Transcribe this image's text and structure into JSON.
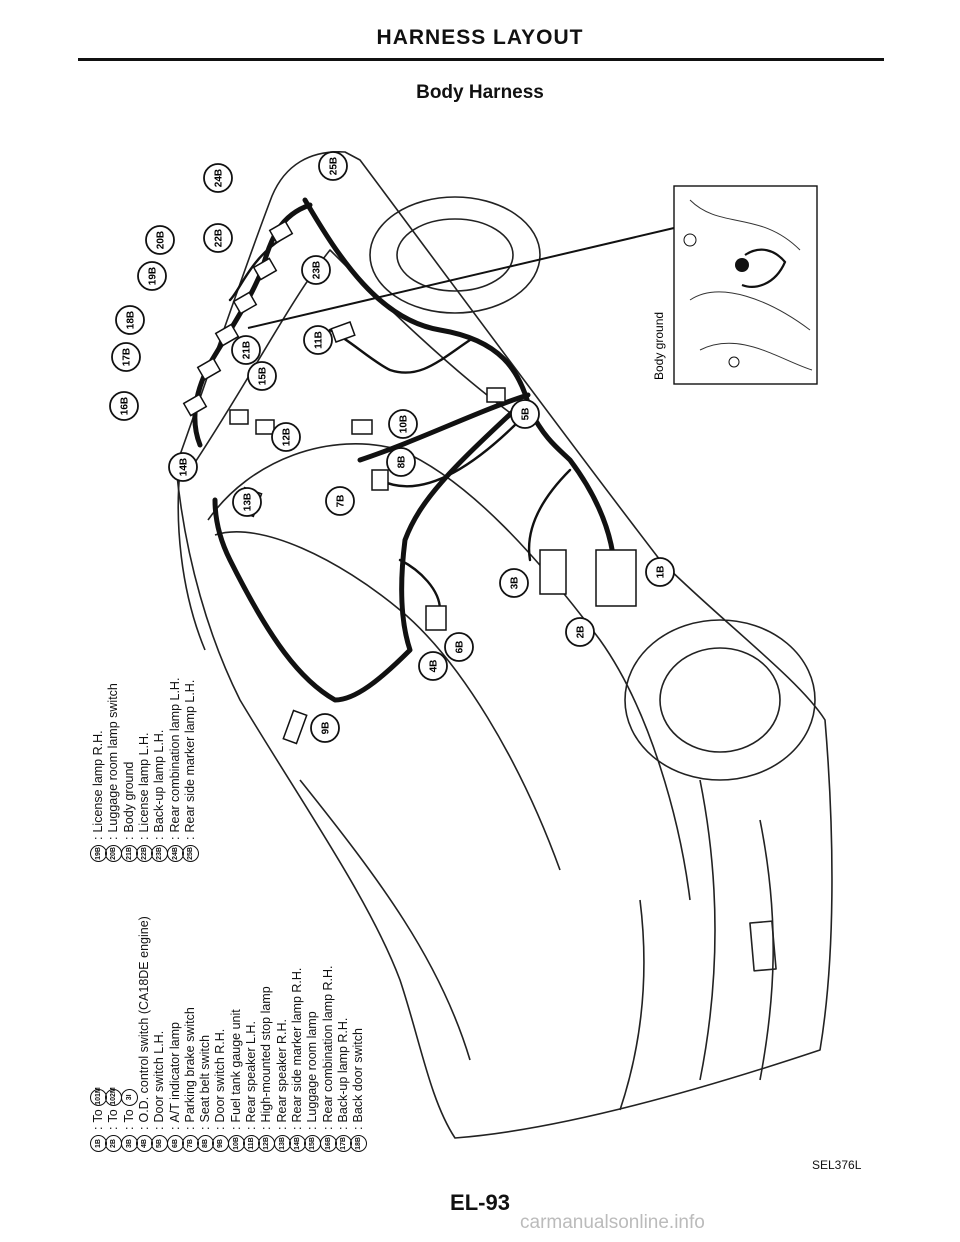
{
  "header": {
    "title": "HARNESS LAYOUT",
    "subtitle": "Body Harness"
  },
  "inset": {
    "label": "Body ground",
    "connector": "21B"
  },
  "connector_labels": [
    "24B",
    "25B",
    "20B",
    "22B",
    "19B",
    "23B",
    "18B",
    "21B",
    "17B",
    "11B",
    "16B",
    "15B",
    "5B",
    "14B",
    "12B",
    "10B",
    "8B",
    "13B",
    "7B",
    "1B",
    "3B",
    "2B",
    "6B",
    "4B",
    "9B"
  ],
  "legend": {
    "left_column": [
      {
        "id": "1B",
        "text": "To ",
        "ref": "101M"
      },
      {
        "id": "2B",
        "text": "To ",
        "ref": "102M"
      },
      {
        "id": "3B",
        "text": "To ",
        "ref": "3I"
      },
      {
        "id": "4B",
        "text": "O.D. control switch (CA18DE engine)"
      },
      {
        "id": "5B",
        "text": "Door switch L.H."
      },
      {
        "id": "6B",
        "text": "A/T indicator lamp"
      },
      {
        "id": "7B",
        "text": "Parking brake switch"
      },
      {
        "id": "8B",
        "text": "Seat belt switch"
      },
      {
        "id": "9B",
        "text": "Door switch R.H."
      },
      {
        "id": "10B",
        "text": "Fuel tank gauge unit"
      },
      {
        "id": "11B",
        "text": "Rear speaker L.H."
      },
      {
        "id": "12B",
        "text": "High-mounted stop lamp"
      },
      {
        "id": "13B",
        "text": "Rear speaker R.H."
      },
      {
        "id": "14B",
        "text": "Rear side marker lamp R.H."
      },
      {
        "id": "15B",
        "text": "Luggage room lamp"
      },
      {
        "id": "16B",
        "text": "Rear combination lamp R.H."
      },
      {
        "id": "17B",
        "text": "Back-up lamp R.H."
      },
      {
        "id": "18B",
        "text": "Back door switch"
      }
    ],
    "right_column": [
      {
        "id": "19B",
        "text": "License lamp R.H."
      },
      {
        "id": "20B",
        "text": "Luggage room lamp switch"
      },
      {
        "id": "21B",
        "text": "Body ground"
      },
      {
        "id": "22B",
        "text": "License lamp L.H."
      },
      {
        "id": "23B",
        "text": "Back-up lamp L.H."
      },
      {
        "id": "24B",
        "text": "Rear combination lamp L.H."
      },
      {
        "id": "25B",
        "text": "Rear side marker lamp L.H."
      }
    ]
  },
  "footer": {
    "ref_code": "SEL376L",
    "page": "EL-93",
    "watermark": "carmanualsonline.info"
  }
}
